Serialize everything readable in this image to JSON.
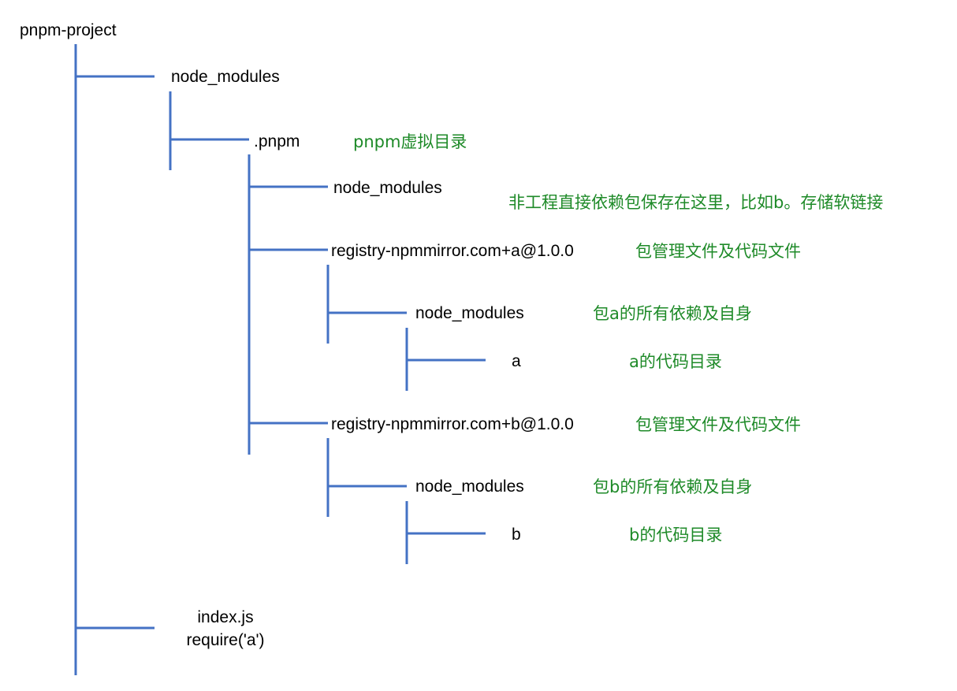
{
  "colors": {
    "connector": "#4472C4",
    "annotation": "#1E8A28",
    "text": "#000000"
  },
  "nodes": {
    "root": "pnpm-project",
    "node_modules": "node_modules",
    "pnpm_dir": ".pnpm",
    "pnpm_node_modules": "node_modules",
    "registry_a": "registry-npmmirror.com+a@1.0.0",
    "a_node_modules": "node_modules",
    "a": "a",
    "registry_b": "registry-npmmirror.com+b@1.0.0",
    "b_node_modules": "node_modules",
    "b": "b",
    "index_js": "index.js",
    "require_a": "require('a')"
  },
  "annotations": {
    "pnpm_dir": "pnpm虚拟目录",
    "pnpm_node_modules": "非工程直接依赖包保存在这里，比如b。存储软链接",
    "registry_a": "包管理文件及代码文件",
    "a_node_modules": "包a的所有依赖及自身",
    "a": "a的代码目录",
    "registry_b": "包管理文件及代码文件",
    "b_node_modules": "包b的所有依赖及自身",
    "b": "b的代码目录"
  }
}
